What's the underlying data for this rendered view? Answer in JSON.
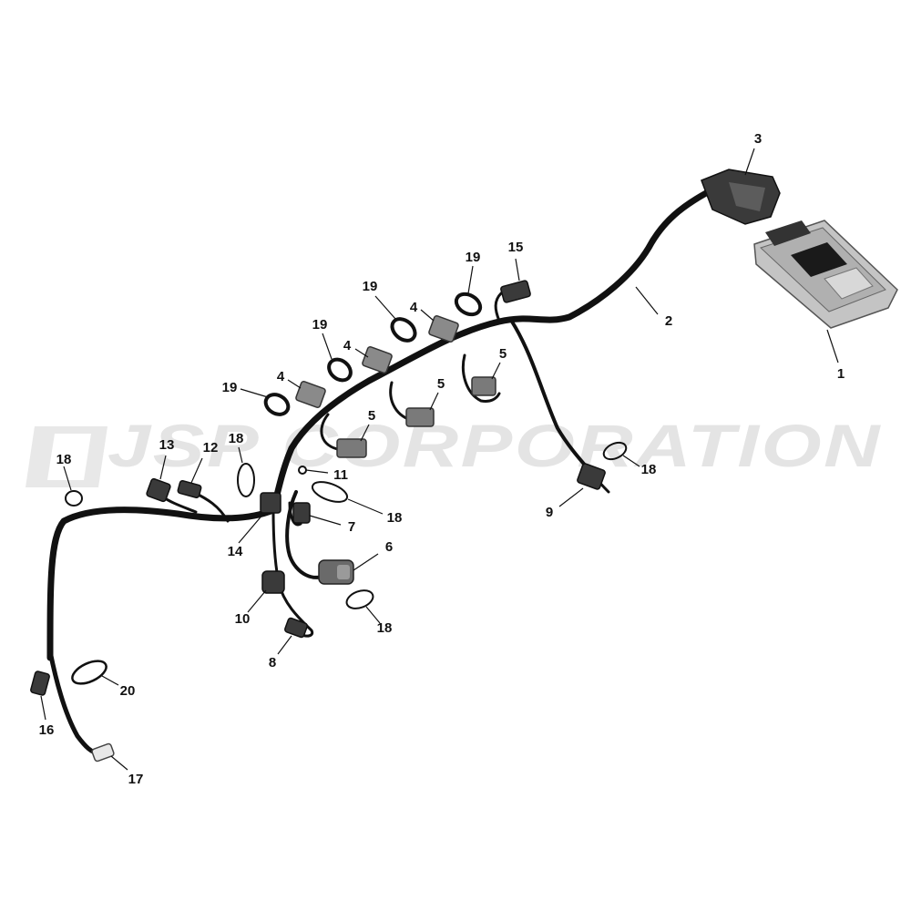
{
  "watermark": {
    "text": "JSP CORPORATION"
  },
  "colors": {
    "harness": "#111111",
    "connector": "#444444",
    "connector_light": "#8a8a8a",
    "ecu_body": "#c4c4c4",
    "watermark": "#e4e4e4"
  },
  "callouts": [
    {
      "id": "c1",
      "label": "1"
    },
    {
      "id": "c2",
      "label": "2"
    },
    {
      "id": "c3",
      "label": "3"
    },
    {
      "id": "c4a",
      "label": "4"
    },
    {
      "id": "c4b",
      "label": "4"
    },
    {
      "id": "c4c",
      "label": "4"
    },
    {
      "id": "c5a",
      "label": "5"
    },
    {
      "id": "c5b",
      "label": "5"
    },
    {
      "id": "c5c",
      "label": "5"
    },
    {
      "id": "c6",
      "label": "6"
    },
    {
      "id": "c7",
      "label": "7"
    },
    {
      "id": "c8",
      "label": "8"
    },
    {
      "id": "c9",
      "label": "9"
    },
    {
      "id": "c10",
      "label": "10"
    },
    {
      "id": "c11",
      "label": "11"
    },
    {
      "id": "c12",
      "label": "12"
    },
    {
      "id": "c13",
      "label": "13"
    },
    {
      "id": "c14",
      "label": "14"
    },
    {
      "id": "c15",
      "label": "15"
    },
    {
      "id": "c16",
      "label": "16"
    },
    {
      "id": "c17",
      "label": "17"
    },
    {
      "id": "c18a",
      "label": "18"
    },
    {
      "id": "c18b",
      "label": "18"
    },
    {
      "id": "c18c",
      "label": "18"
    },
    {
      "id": "c18d",
      "label": "18"
    },
    {
      "id": "c18e",
      "label": "18"
    },
    {
      "id": "c19a",
      "label": "19"
    },
    {
      "id": "c19b",
      "label": "19"
    },
    {
      "id": "c19c",
      "label": "19"
    },
    {
      "id": "c19d",
      "label": "19"
    },
    {
      "id": "c20",
      "label": "20"
    }
  ]
}
